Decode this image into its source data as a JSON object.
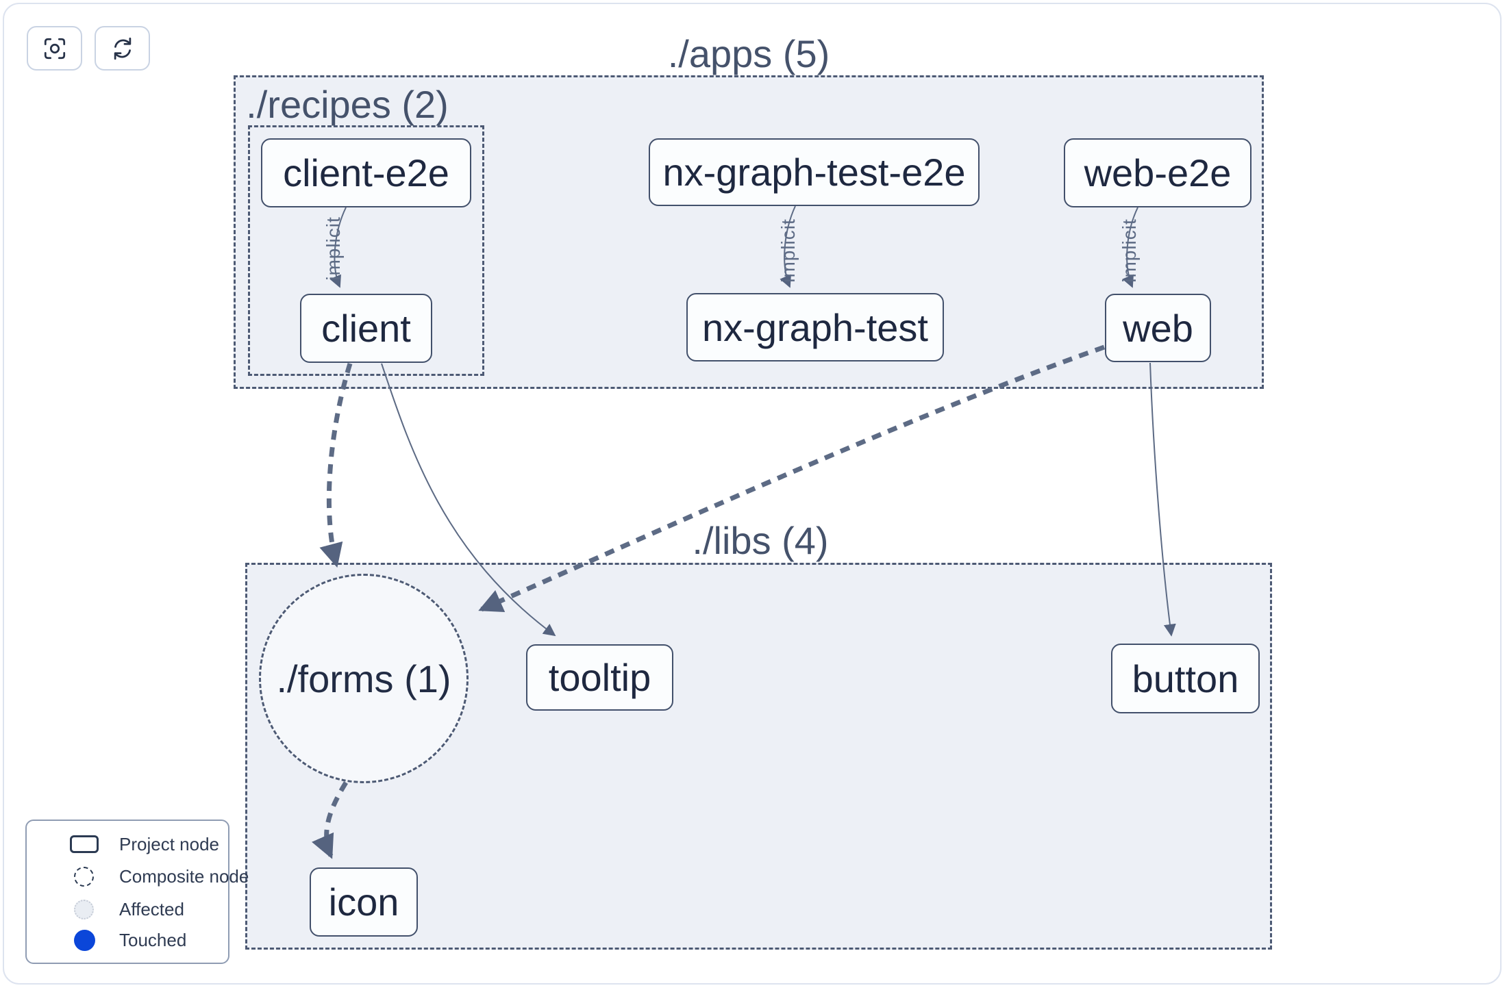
{
  "toolbar": {
    "buttons": [
      {
        "name": "focus-button",
        "icon": "focus-crosshair-icon"
      },
      {
        "name": "refresh-button",
        "icon": "refresh-sync-icon"
      }
    ]
  },
  "graph": {
    "containers": [
      {
        "id": "apps",
        "label": "./apps (5)"
      },
      {
        "id": "recipes",
        "label": "./recipes (2)"
      },
      {
        "id": "libs",
        "label": "./libs (4)"
      }
    ],
    "composite_nodes": [
      {
        "id": "forms",
        "label": "./forms (1)"
      }
    ],
    "nodes": [
      {
        "id": "client-e2e",
        "label": "client-e2e"
      },
      {
        "id": "nx-graph-test-e2e",
        "label": "nx-graph-test-e2e"
      },
      {
        "id": "web-e2e",
        "label": "web-e2e"
      },
      {
        "id": "client",
        "label": "client"
      },
      {
        "id": "nx-graph-test",
        "label": "nx-graph-test"
      },
      {
        "id": "web",
        "label": "web"
      },
      {
        "id": "tooltip",
        "label": "tooltip"
      },
      {
        "id": "button",
        "label": "button"
      },
      {
        "id": "icon",
        "label": "icon"
      }
    ],
    "edges": [
      {
        "from": "client-e2e",
        "to": "client",
        "label": "implicit",
        "style": "thin-solid"
      },
      {
        "from": "nx-graph-test-e2e",
        "to": "nx-graph-test",
        "label": "implicit",
        "style": "thin-solid"
      },
      {
        "from": "web-e2e",
        "to": "web",
        "label": "implicit",
        "style": "thin-solid"
      },
      {
        "from": "client",
        "to": "./forms (1)",
        "label": "",
        "style": "thick-dashed"
      },
      {
        "from": "web",
        "to": "./forms (1)",
        "label": "",
        "style": "thick-dashed"
      },
      {
        "from": "client",
        "to": "tooltip",
        "label": "",
        "style": "thin-solid"
      },
      {
        "from": "web",
        "to": "button",
        "label": "",
        "style": "thin-solid"
      },
      {
        "from": "./forms (1)",
        "to": "icon",
        "label": "",
        "style": "thick-dashed"
      }
    ]
  },
  "legend": {
    "items": [
      {
        "glyph": "project-node-glyph",
        "label": "Project node"
      },
      {
        "glyph": "composite-node-glyph",
        "label": "Composite node"
      },
      {
        "glyph": "affected-glyph",
        "label": "Affected"
      },
      {
        "glyph": "touched-glyph",
        "label": "Touched"
      }
    ],
    "touched_color": "#0b46d9"
  }
}
